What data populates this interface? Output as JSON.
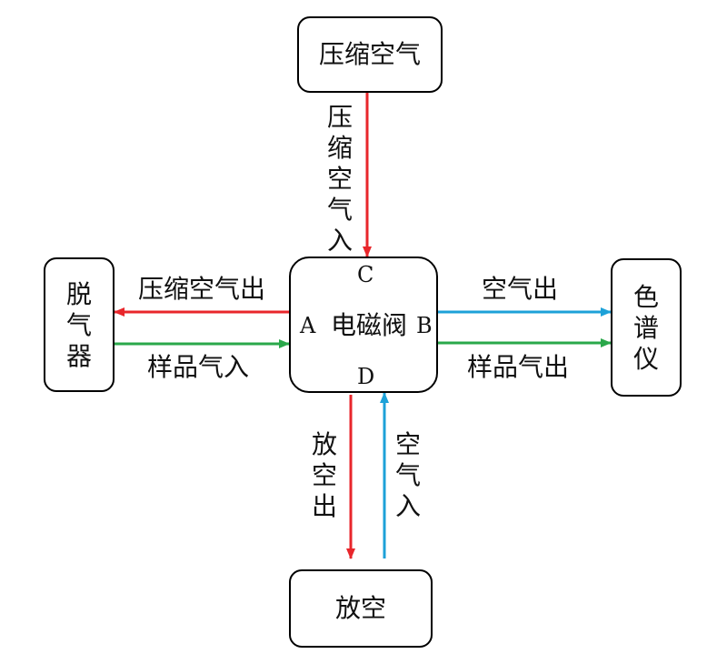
{
  "nodes": {
    "compressed_air": "压缩空气",
    "degasser": "脱气器",
    "valve": "电磁阀",
    "chromatograph": "色谱仪",
    "vent": "放空"
  },
  "ports": {
    "a": "A",
    "b": "B",
    "c": "C",
    "d": "D"
  },
  "edges": {
    "compressed_air_in": "压缩空气入",
    "compressed_air_out": "压缩空气出",
    "sample_gas_in": "样品气入",
    "air_out": "空气出",
    "sample_gas_out": "样品气出",
    "vent_out": "放空出",
    "air_in": "空气入"
  },
  "colors": {
    "red": "#e8262b",
    "green": "#2aa84a",
    "blue": "#1da1d8"
  }
}
